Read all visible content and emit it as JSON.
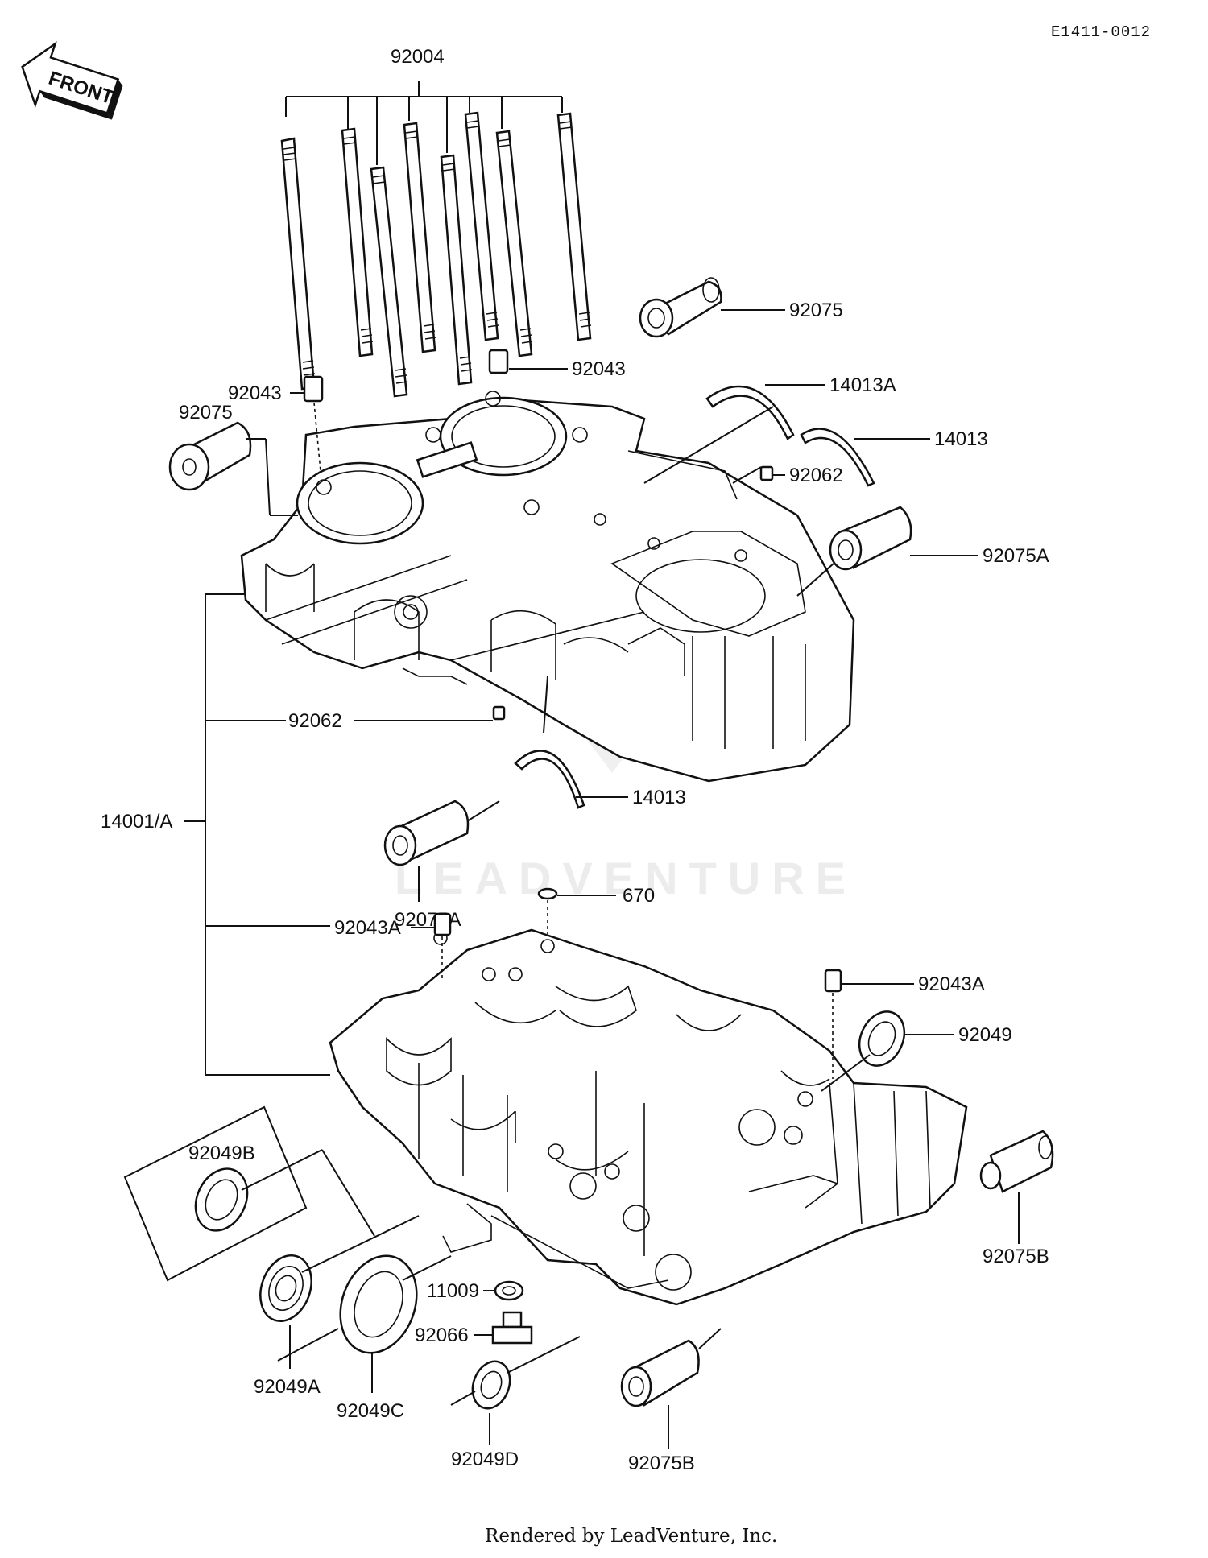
{
  "diagram_code": "E1411-0012",
  "front_label": "FRONT",
  "watermark": "LEADVENTURE",
  "footer": "Rendered by LeadVenture, Inc.",
  "labels": {
    "p92004": "92004",
    "p92075_top": "92075",
    "p92043_right": "92043",
    "p92043_left": "92043",
    "p92075_left": "92075",
    "p14013A": "14013A",
    "p14013_right": "14013",
    "p92062_right": "92062",
    "p92075A_right": "92075A",
    "p92062_left": "92062",
    "p14013_lower": "14013",
    "p92075A_lower": "92075A",
    "p14001A": "14001/A",
    "p670": "670",
    "p92043A_left": "92043A",
    "p92043A_right": "92043A",
    "p92049": "92049",
    "p92049B": "92049B",
    "p92075B_right": "92075B",
    "p11009": "11009",
    "p92066": "92066",
    "p92049A": "92049A",
    "p92049C": "92049C",
    "p92049D": "92049D",
    "p92075B_bottom": "92075B"
  }
}
